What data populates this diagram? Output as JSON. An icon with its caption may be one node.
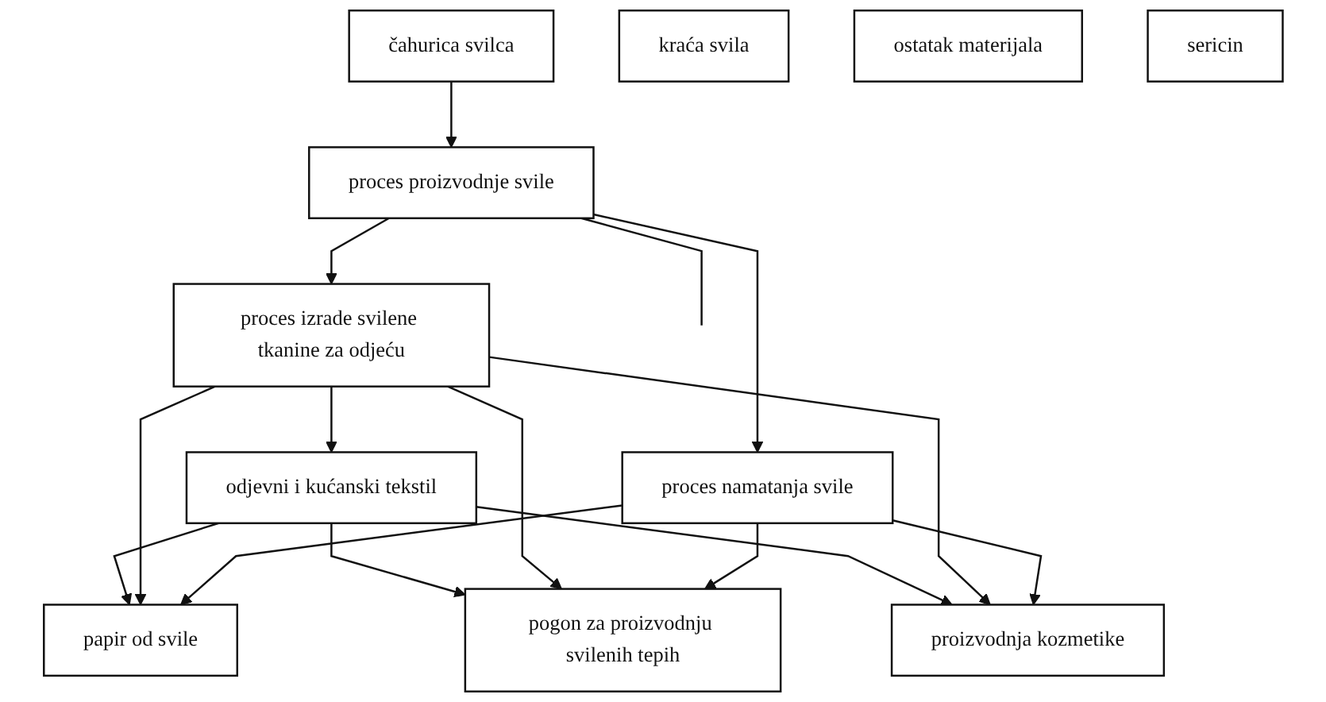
{
  "diagram": {
    "nodes": [
      {
        "text": [
          "čahurica svilca"
        ]
      },
      {
        "text": [
          "proces proizvodnje svile"
        ]
      },
      {
        "text": [
          "odjevni i kućanski tekstil"
        ]
      },
      {
        "text": [
          "proces izrade svilene tkanine za odjeću"
        ]
      },
      {
        "text": [
          "proces namatanja svile"
        ]
      },
      {
        "text": [
          "kraća svila"
        ]
      },
      {
        "text": [
          "ostatak materijala"
        ]
      },
      {
        "text": [
          "sericin"
        ]
      },
      {
        "text": [
          "papir od svile"
        ]
      },
      {
        "text": [
          "pogon za proizvodnju svilenih tepih"
        ]
      },
      {
        "text": [
          "proizvodnja kozmetike"
        ]
      }
    ],
    "edges": [
      {
        "from": 0,
        "to": 1,
        "arrow": "to"
      },
      {
        "from": 1,
        "to": null,
        "arrow": "none"
      },
      {
        "from": 1,
        "to": 3,
        "arrow": "to"
      },
      {
        "from": 1,
        "to": 4,
        "arrow": "to"
      },
      {
        "from": 3,
        "to": 2,
        "arrow": "to"
      },
      {
        "from": 2,
        "to": 8,
        "arrow": "to"
      },
      {
        "from": 2,
        "to": 9,
        "arrow": "to"
      },
      {
        "from": 2,
        "to": 10,
        "arrow": "to"
      },
      {
        "from": 3,
        "to": 8,
        "arrow": "to"
      },
      {
        "from": 3,
        "to": 9,
        "arrow": "to"
      },
      {
        "from": 3,
        "to": 10,
        "arrow": "to"
      },
      {
        "from": 4,
        "to": 8,
        "arrow": "to"
      },
      {
        "from": 4,
        "to": 9,
        "arrow": "to"
      },
      {
        "from": 4,
        "to": 10,
        "arrow": "to"
      }
    ]
  }
}
